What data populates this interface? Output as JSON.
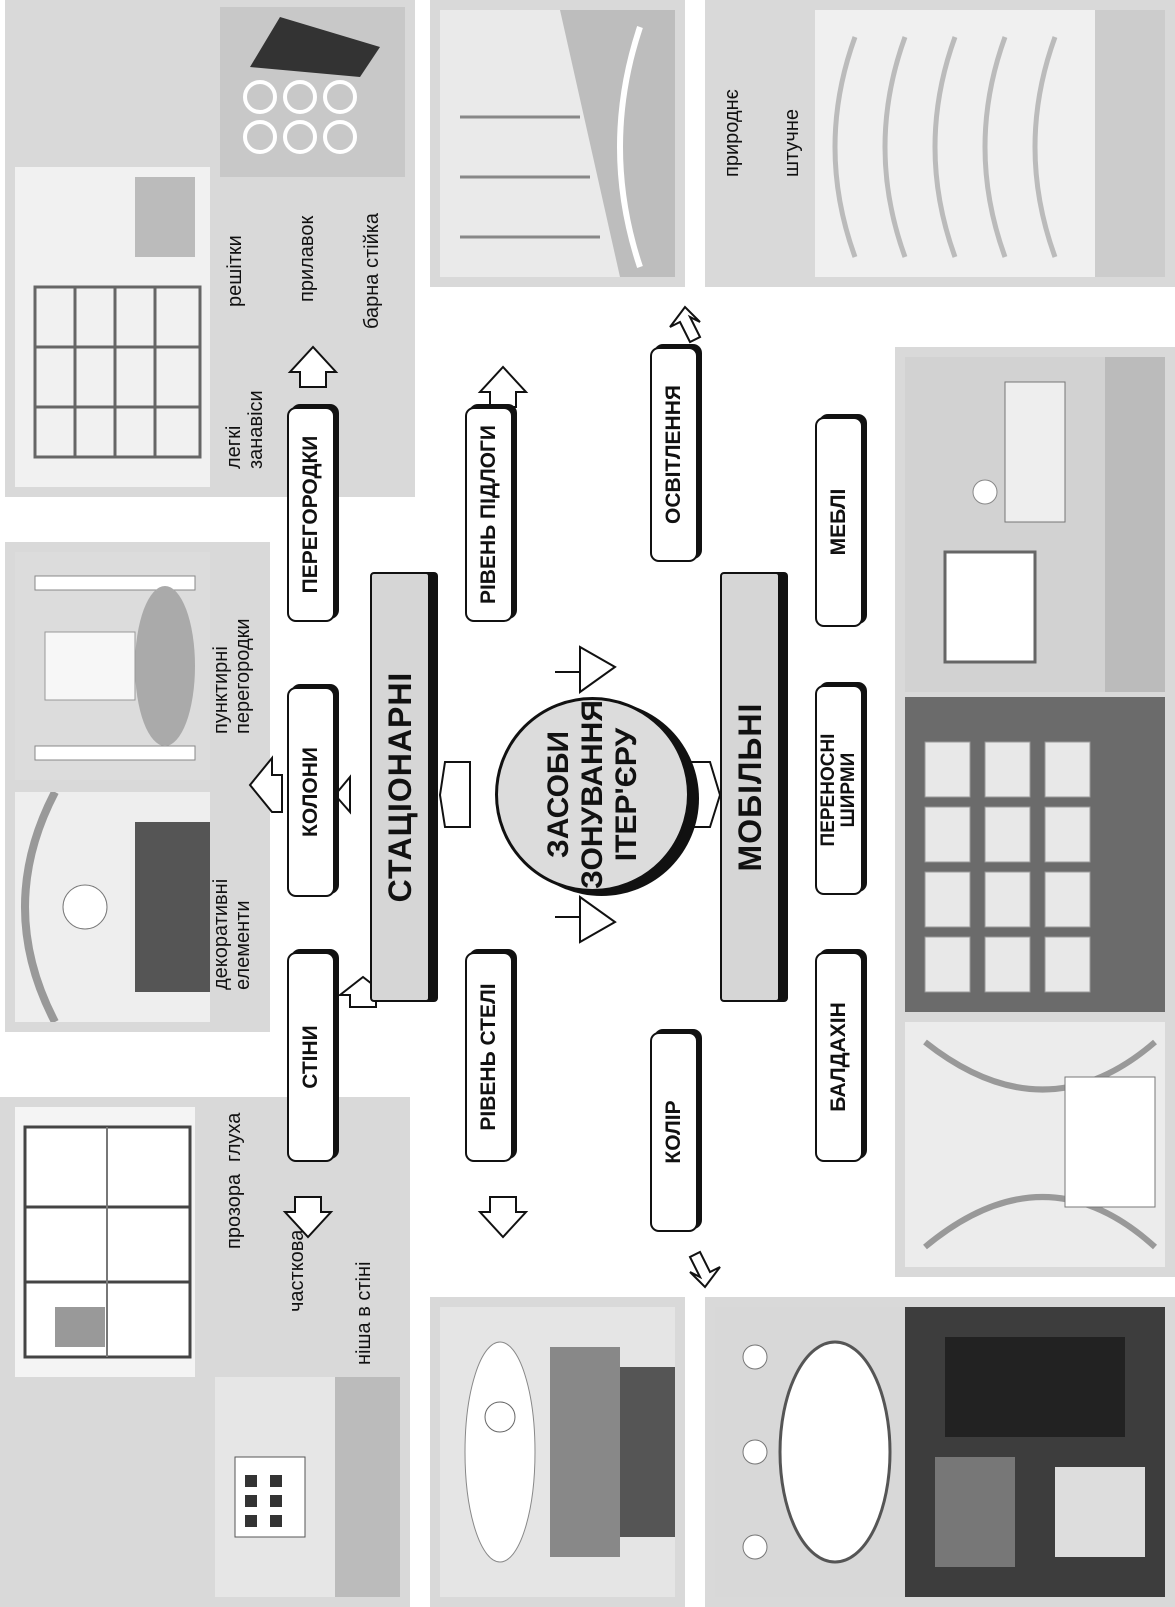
{
  "center": {
    "line1": "ЗАСОБИ",
    "line2": "ЗОНУВАННЯ",
    "line3": "ІТЕР'ЄРУ"
  },
  "groups": {
    "stationary": "СТАЦІОНАРНІ",
    "mobile": "МОБІЛЬНІ"
  },
  "stationary_items": {
    "walls": "СТІНИ",
    "columns": "КОЛОНИ",
    "partitions": "ПЕРЕГОРОДКИ",
    "ceiling_level": "РІВЕНЬ СТЕЛІ",
    "floor_level": "РІВЕНЬ ПІДЛОГИ"
  },
  "mobile_items": {
    "canopy": "БАЛДАХІН",
    "portable_screens": "ПЕРЕНОСНІ ШИРМИ",
    "furniture": "МЕБЛІ"
  },
  "other_items": {
    "color": "КОЛІР",
    "lighting": "ОСВІТЛЕННЯ"
  },
  "wall_types": {
    "transparent": "прозора",
    "partial": "часткова",
    "niche": "ніша в стіні",
    "solid": "глуха"
  },
  "column_types": {
    "decorative": "декоративні елементи",
    "dotted": "пунктирні перегородки"
  },
  "partition_types": {
    "curtains": "легкі занавіси",
    "grilles": "решітки",
    "counter": "прилавок",
    "bar": "барна стійка"
  },
  "lighting_types": {
    "natural": "природнє",
    "artificial": "штучне"
  }
}
